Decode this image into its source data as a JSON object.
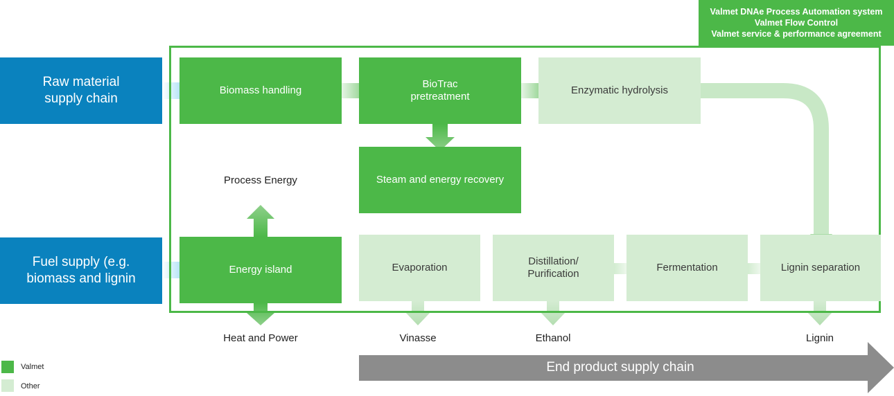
{
  "colors": {
    "valmet": "#4cb848",
    "other": "#d4ecd2",
    "supply": "#0a82be",
    "end_chain": "#8c8c8c"
  },
  "top_box": {
    "line1": "Valmet DNAe Process Automation system",
    "line2": "Valmet Flow Control",
    "line3": "Valmet service & performance agreement"
  },
  "supply": {
    "raw_line1": "Raw material",
    "raw_line2": "supply chain",
    "fuel_line1": "Fuel supply (e.g.",
    "fuel_line2": "biomass and lignin"
  },
  "process": {
    "biomass": "Biomass handling",
    "biotrac_line1": "BioTrac",
    "biotrac_line2": "pretreatment",
    "enzymatic": "Enzymatic hydrolysis",
    "steam": "Steam and energy recovery",
    "energy_island": "Energy island",
    "evaporation": "Evaporation",
    "distillation_line1": "Distillation/",
    "distillation_line2": "Purification",
    "fermentation": "Fermentation",
    "lignin_sep": "Lignin separation"
  },
  "outputs": {
    "process_energy": "Process Energy",
    "heat_power": "Heat and Power",
    "vinasse": "Vinasse",
    "ethanol": "Ethanol",
    "lignin": "Lignin"
  },
  "end_chain": "End product supply chain",
  "legend": {
    "valmet": "Valmet",
    "other": "Other"
  }
}
